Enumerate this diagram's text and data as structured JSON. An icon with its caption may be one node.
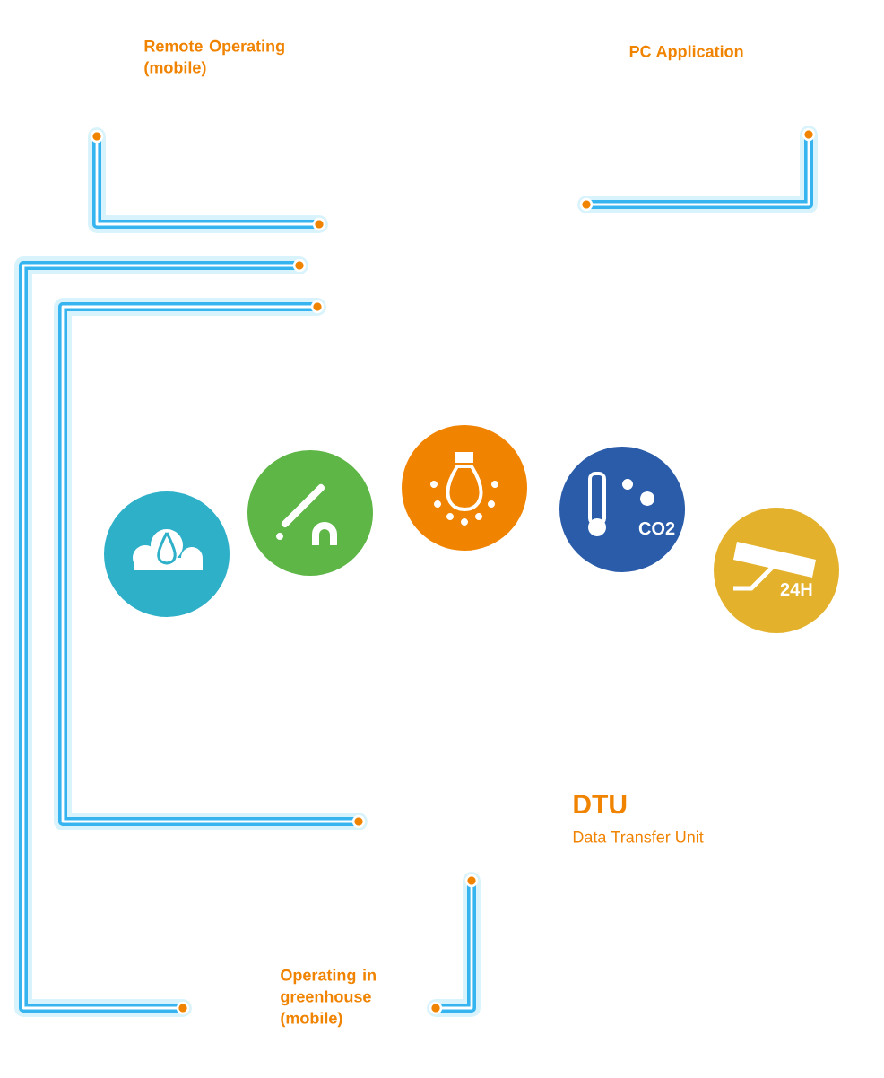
{
  "diagram": {
    "nodes": [
      {
        "text": [],
        "shape": "circle"
      },
      {
        "text": [],
        "shape": "circle"
      },
      {
        "text": [],
        "shape": "circle"
      },
      {
        "text": [
          "CO2"
        ]
      },
      {
        "text": [
          "24H"
        ]
      }
    ],
    "labels": [
      "Remote Operating (mobile)",
      "PC Application",
      "DTU",
      "Data Transfer Unit",
      "Operating in greenhouse (mobile)"
    ]
  }
}
